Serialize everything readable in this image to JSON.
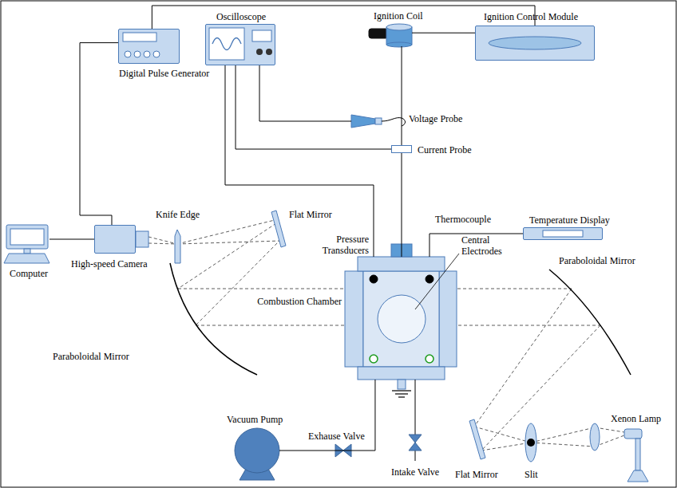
{
  "diagram": {
    "nodes": [
      {
        "text": [
          "Digital Pulse Generator"
        ]
      },
      {
        "text": [
          "Oscilloscope"
        ]
      },
      {
        "text": [
          "Ignition Coil"
        ]
      },
      {
        "text": [
          "Ignition Control Module"
        ]
      },
      {
        "text": [
          "Voltage Probe"
        ]
      },
      {
        "text": [
          "Current Probe"
        ]
      },
      {
        "text": [
          "Temperature Display"
        ]
      },
      {
        "text": [
          "High-speed Camera"
        ]
      },
      {
        "text": [
          "Computer"
        ]
      },
      {
        "text": [
          "Combustion Chamber"
        ]
      },
      {
        "text": [
          "Vacuum Pump"
        ]
      }
    ],
    "edges": [
      {
        "from": 0,
        "to": 3,
        "arrow": "none"
      },
      {
        "from": 2,
        "to": 3,
        "arrow": "none"
      },
      {
        "from": 2,
        "to": 5,
        "arrow": "none"
      },
      {
        "from": 5,
        "to": 9,
        "arrow": "none"
      },
      {
        "from": 1,
        "to": 4,
        "arrow": "none"
      },
      {
        "from": 1,
        "to": 5,
        "arrow": "none"
      },
      {
        "from": 1,
        "to": 9,
        "arrow": "none"
      },
      {
        "from": 6,
        "to": 9,
        "arrow": "none"
      },
      {
        "from": 0,
        "to": 7,
        "arrow": "none"
      },
      {
        "from": 7,
        "to": 8,
        "arrow": "none"
      },
      {
        "from": 10,
        "to": 9,
        "arrow": "none"
      }
    ],
    "labels": [
      "Thermocouple",
      "Knife Edge",
      "Flat Mirror",
      "Pressure Transducers",
      "Central Electrodes",
      "Paraboloidal Mirror",
      "Paraboloidal Mirror",
      "Exhause Valve",
      "Intake Valve",
      "Xenon Lamp",
      "Flat Mirror",
      "Slit"
    ]
  }
}
